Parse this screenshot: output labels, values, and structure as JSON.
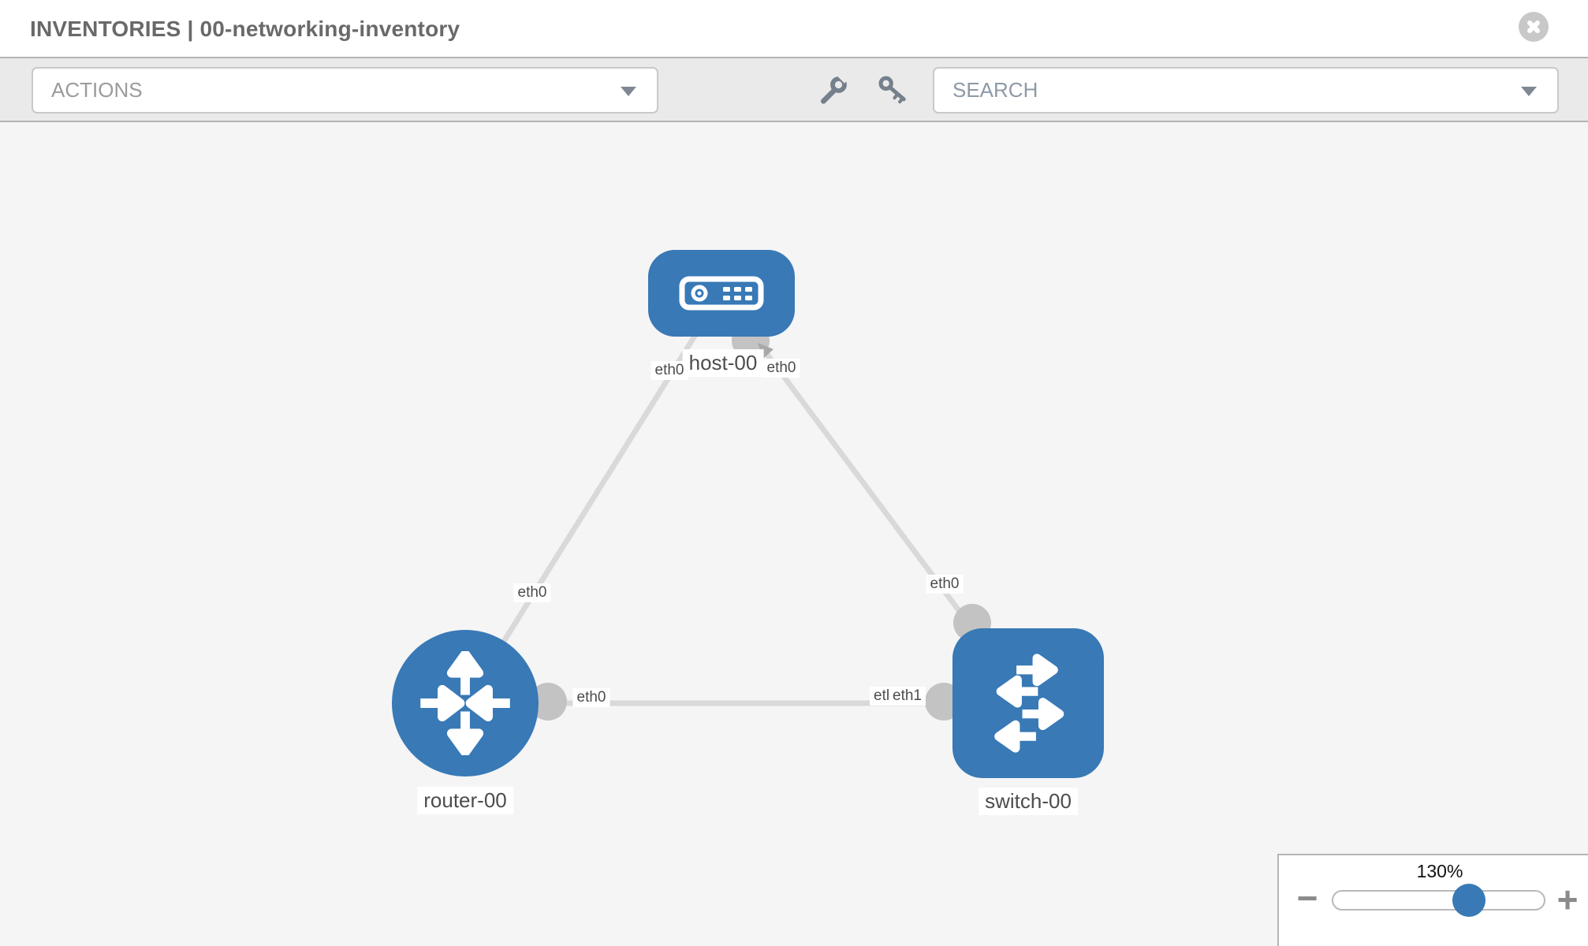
{
  "header": {
    "title": "INVENTORIES | 00-networking-inventory",
    "close_icon": "x-circle"
  },
  "toolbar": {
    "actions_dropdown_value": "ACTIONS",
    "search_dropdown_value": "SEARCH",
    "tool_icons": [
      "wrench-icon",
      "key-icon"
    ],
    "caret_icon": "chevron-down"
  },
  "topology": {
    "nodes": [
      {
        "label": "host-00",
        "type": "host"
      },
      {
        "label": "router-00",
        "type": "router"
      },
      {
        "label": "switch-00",
        "type": "switch"
      }
    ],
    "links": [
      {
        "from": "router-00",
        "to": "host-00"
      },
      {
        "from": "host-00",
        "to": "switch-00"
      },
      {
        "from": "router-00",
        "to": "switch-00"
      }
    ],
    "interfaces": {
      "host_left": "eth0",
      "host_right": "eth0",
      "router_host_link": "eth0",
      "host_switch_link": "eth0",
      "router_right": "eth0",
      "switch_left_back": "eth0",
      "switch_left_front": "eth1"
    }
  },
  "zoom_control": {
    "level": "130%",
    "zoom_out_symbol": "−",
    "zoom_in_symbol": "+"
  },
  "colors": {
    "node_blue": "#3879b6",
    "canvas_bg": "#f5f5f5",
    "link_gray": "#d9d9d9",
    "interface_gray": "#c3c3c3"
  }
}
